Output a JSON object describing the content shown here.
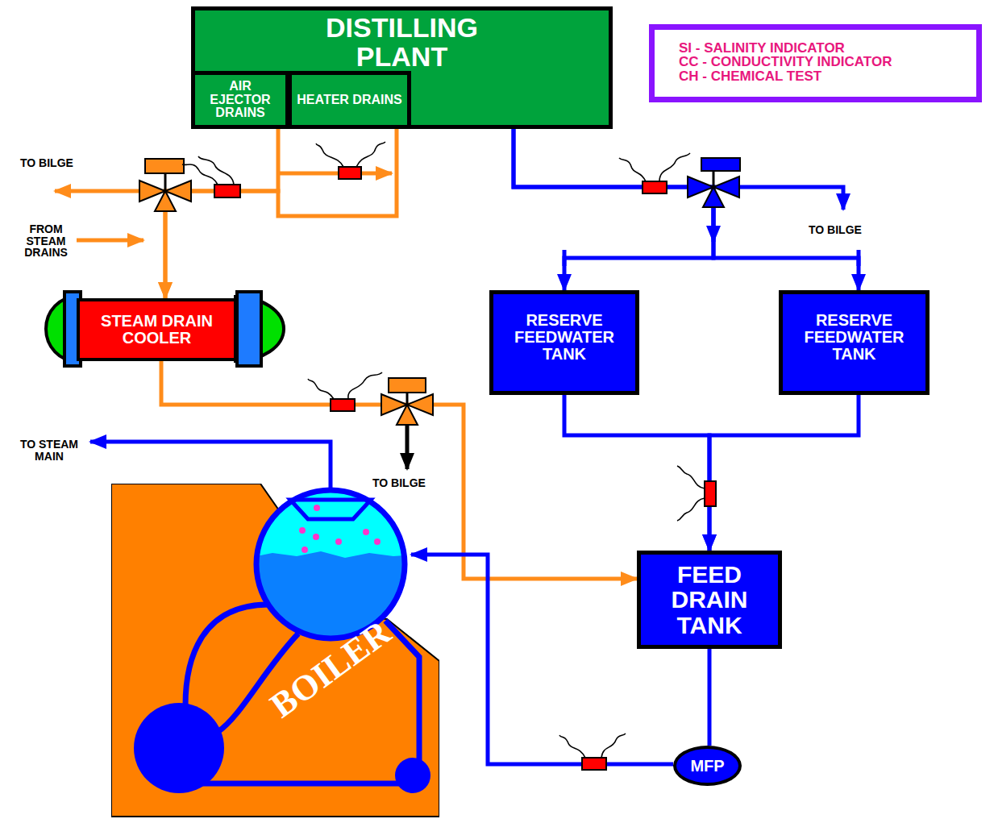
{
  "diagram": {
    "nodes": [
      {
        "text": [
          "DISTILLING PLANT"
        ]
      },
      {
        "text": [
          "AIR EJECTOR DRAINS"
        ],
        "in": 0
      },
      {
        "text": [
          "HEATER DRAINS"
        ],
        "in": 0
      },
      {
        "text": [
          "SI - SALINITY INDICATOR",
          "CC - CONDUCTIVITY INDICATOR",
          "CH - CHEMICAL TEST"
        ]
      },
      {
        "text": [
          "STEAM DRAIN COOLER"
        ]
      },
      {
        "text": [
          "RESERVE FEEDWATER TANK"
        ]
      },
      {
        "text": [
          "RESERVE FEEDWATER TANK"
        ]
      },
      {
        "text": [
          "FEED DRAIN TANK"
        ]
      },
      {
        "text": [
          "MFP"
        ]
      },
      {
        "text": [
          "BOILER"
        ]
      }
    ],
    "edges": [
      {
        "from": 1,
        "to": 4,
        "arrow": "to"
      },
      {
        "from": 2,
        "to": 4,
        "arrow": "to"
      },
      {
        "from": 4,
        "to": 7,
        "arrow": "to"
      },
      {
        "from": 0,
        "to": 5,
        "arrow": "to"
      },
      {
        "from": 0,
        "to": 6,
        "arrow": "to"
      },
      {
        "from": 5,
        "to": 7,
        "arrow": "to"
      },
      {
        "from": 6,
        "to": 7,
        "arrow": "to"
      },
      {
        "from": 7,
        "to": 8,
        "arrow": "none"
      },
      {
        "from": 8,
        "to": 9,
        "arrow": "to"
      }
    ],
    "labels": [
      "TO BILGE",
      "FROM STEAM DRAINS",
      "TO BILGE",
      "TO STEAM MAIN",
      "TO BILGE"
    ]
  }
}
